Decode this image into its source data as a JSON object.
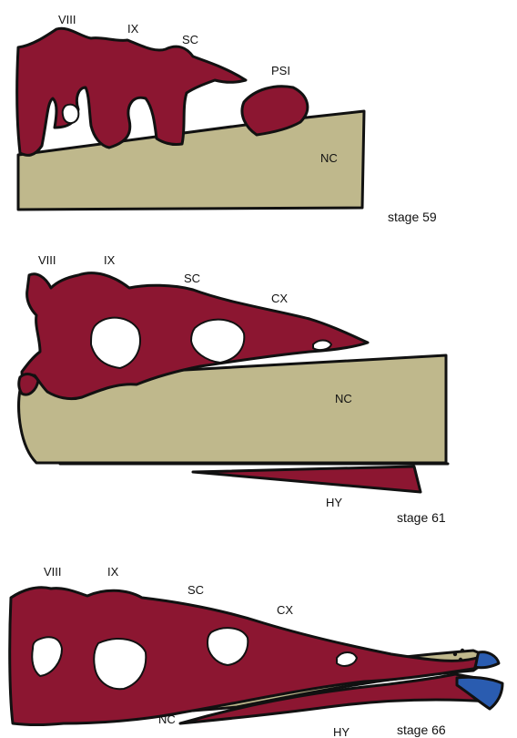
{
  "colors": {
    "cartilage": "#8c1631",
    "notochord": "#bfb88c",
    "bone": "#2a5cb0",
    "outline": "#111111"
  },
  "panels": [
    {
      "stage": "stage 59",
      "labels": {
        "viii": "VIII",
        "ix": "IX",
        "sc": "SC",
        "psi": "PSI",
        "nc": "NC"
      }
    },
    {
      "stage": "stage 61",
      "labels": {
        "viii": "VIII",
        "ix": "IX",
        "sc": "SC",
        "cx": "CX",
        "nc": "NC",
        "hy": "HY"
      }
    },
    {
      "stage": "stage 66",
      "labels": {
        "viii": "VIII",
        "ix": "IX",
        "sc": "SC",
        "cx": "CX",
        "nc": "NC",
        "hy": "HY"
      }
    }
  ]
}
